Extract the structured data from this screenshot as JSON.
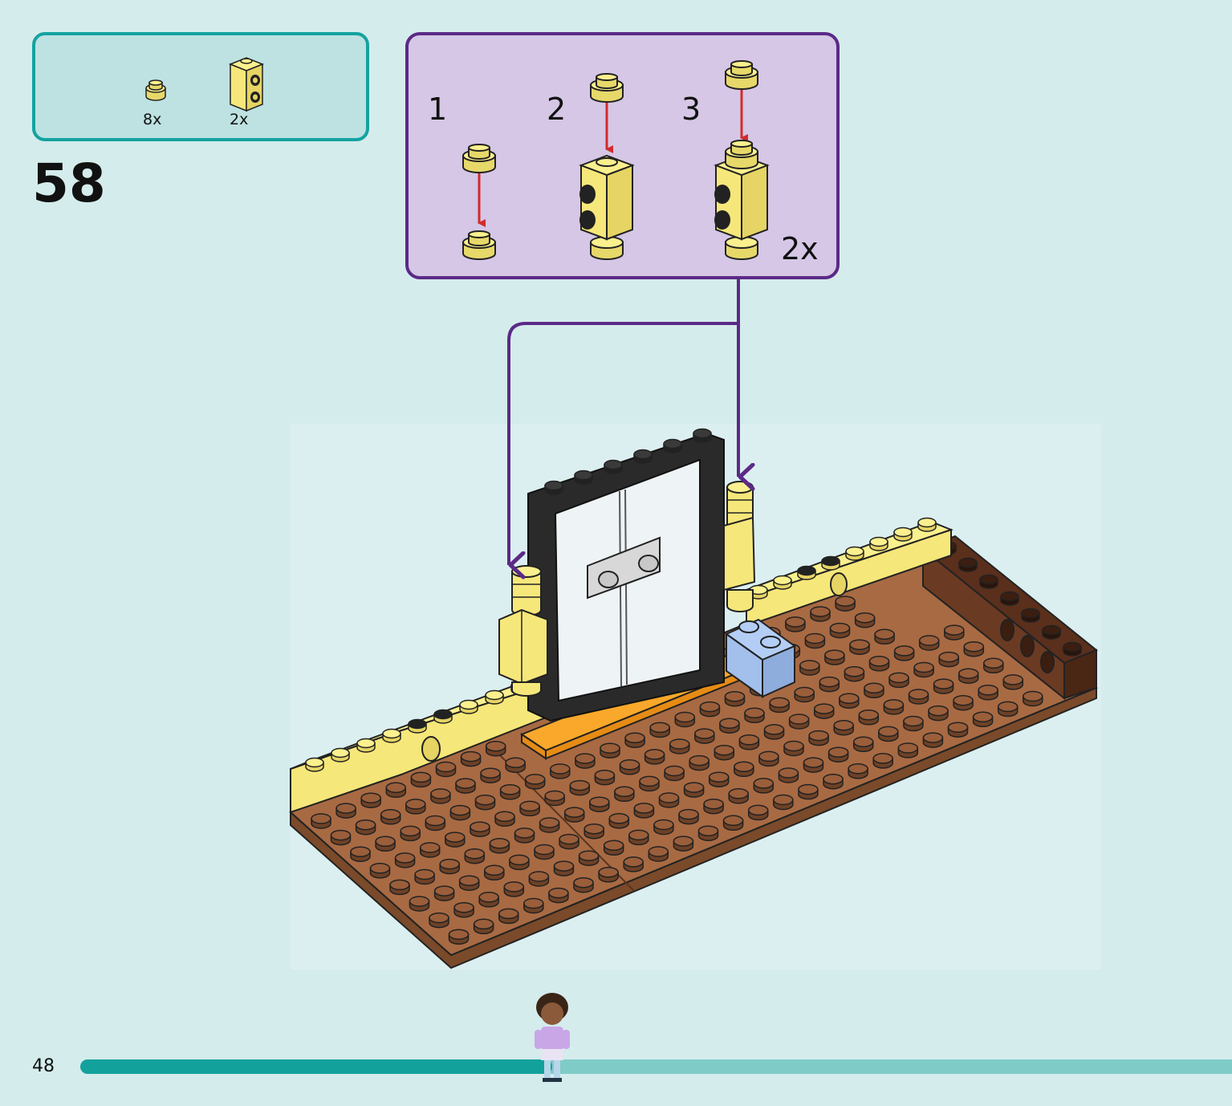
{
  "parts": [
    {
      "name": "round-plate-1x1",
      "quantity": "8x"
    },
    {
      "name": "brick-1x1-studs-on-side",
      "quantity": "2x"
    }
  ],
  "step_number": "58",
  "sub_assembly": {
    "steps": [
      "1",
      "2",
      "3"
    ],
    "multiplier": "2x"
  },
  "colors": {
    "parts_border": "#14a3a0",
    "sub_border": "#5b2a86",
    "arrow": "#d22b2b",
    "bright_light_yellow": "#fbf08e",
    "baseplate_brown": "#a86a43",
    "progress_fill": "#13a19c"
  },
  "footer": {
    "page_number": "48",
    "progress": 0.41
  }
}
